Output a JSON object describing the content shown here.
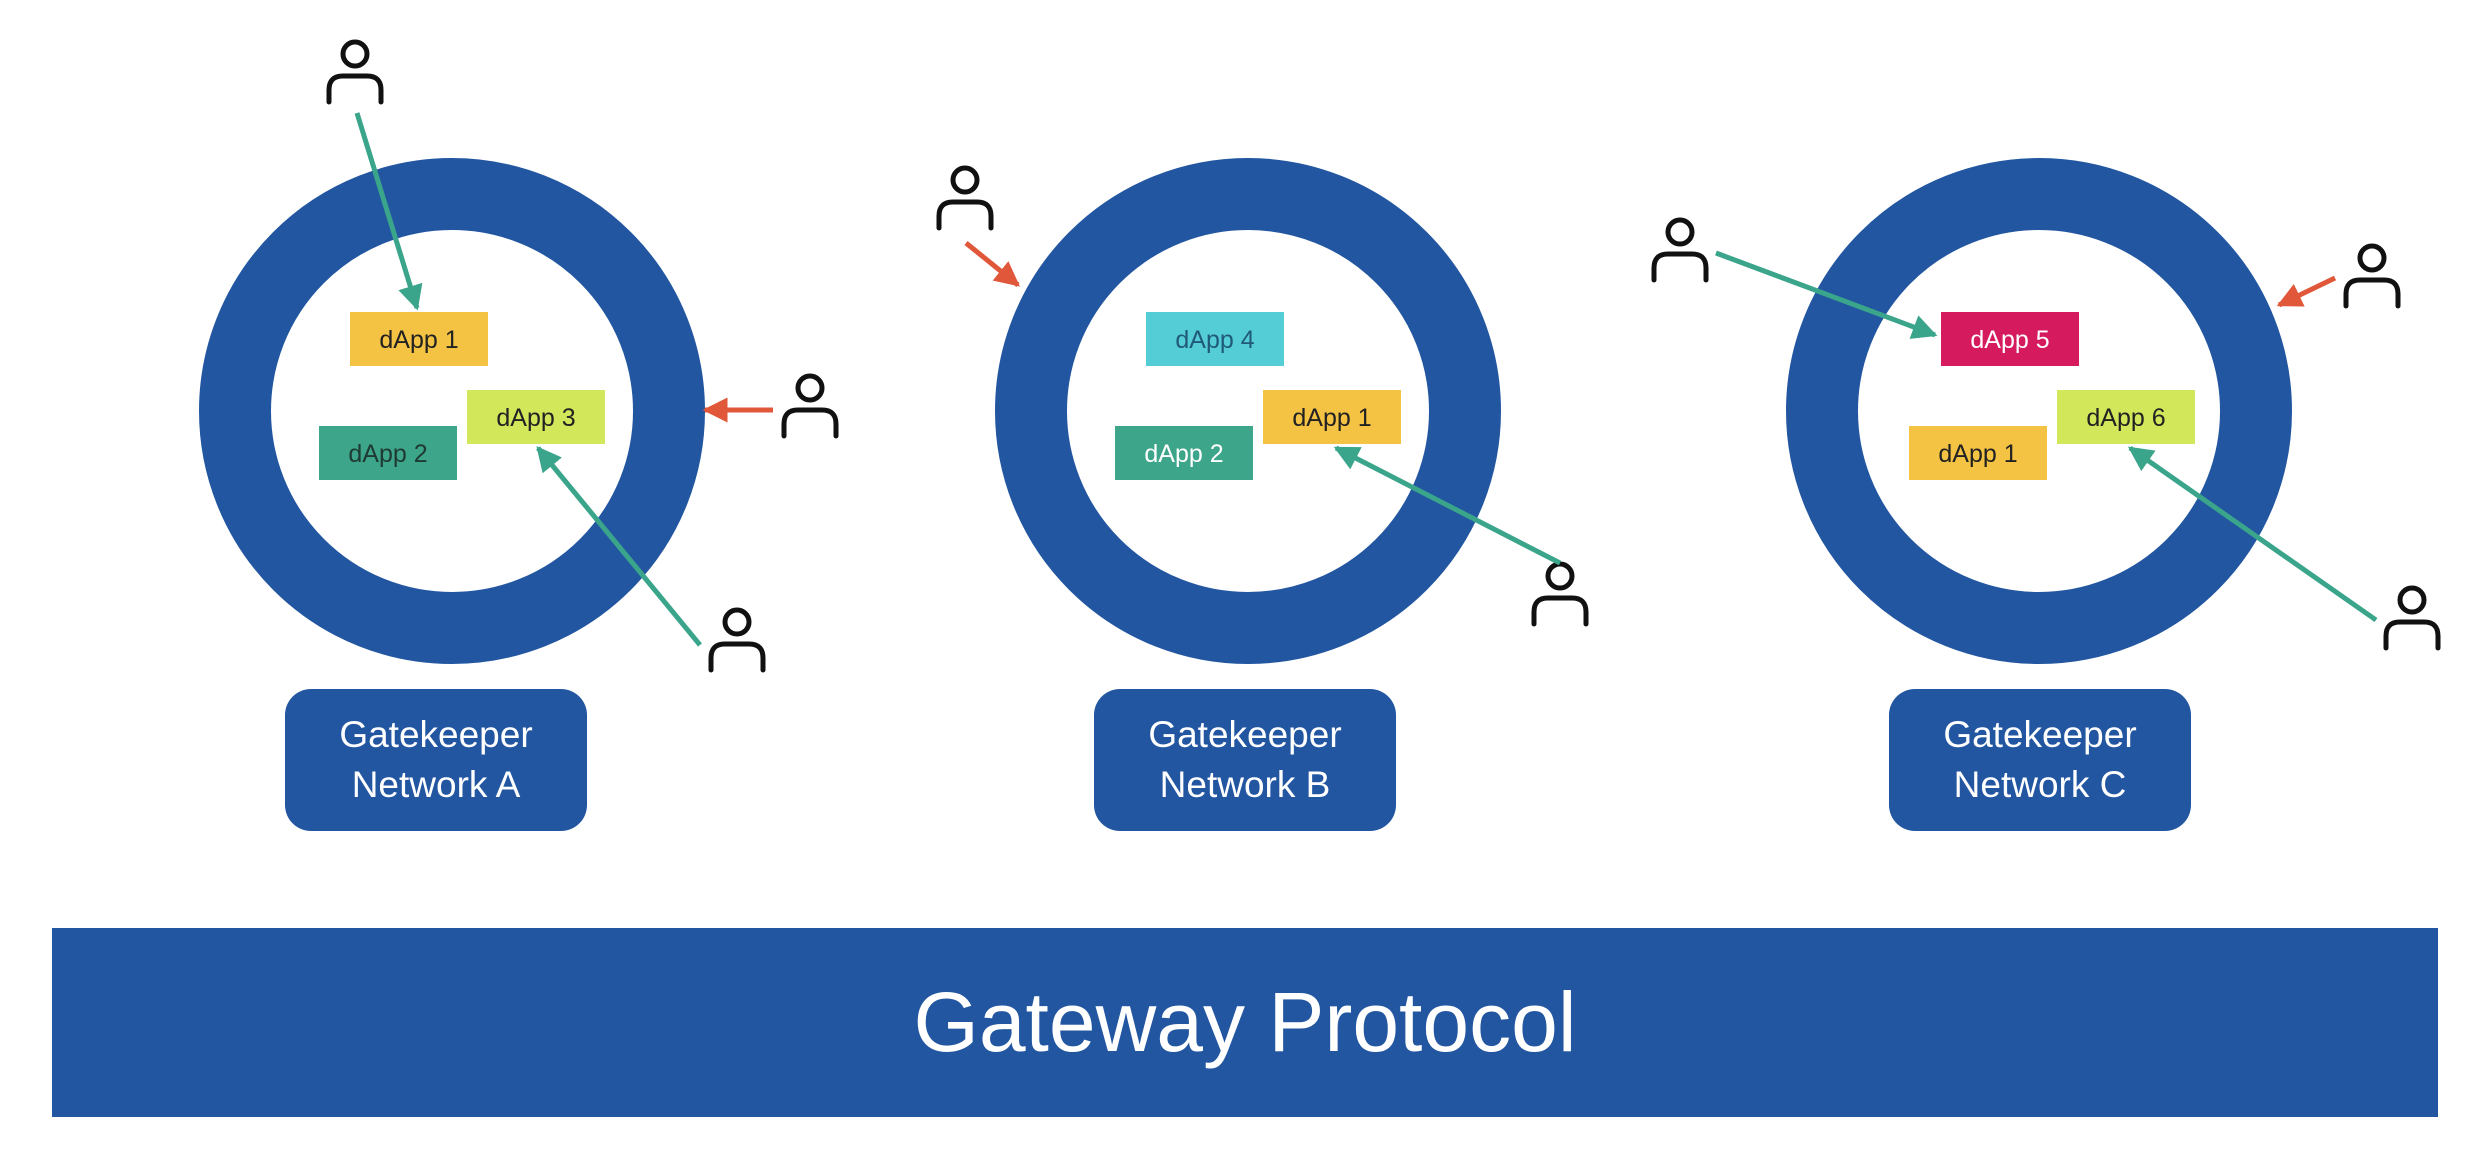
{
  "colors": {
    "ring": "#2256A1",
    "allowed_arrow": "#3AA58A",
    "blocked_arrow": "#E0573A",
    "user_icon": "#111111"
  },
  "networks": [
    {
      "label_line1": "Gatekeeper",
      "label_line2": "Network A",
      "dapps": [
        {
          "label": "dApp 1",
          "color": "#F5C343",
          "text_color": "#222222"
        },
        {
          "label": "dApp 3",
          "color": "#D2E85A",
          "text_color": "#222222"
        },
        {
          "label": "dApp 2",
          "color": "#3DA58A",
          "text_color": "#1E3A32"
        }
      ],
      "users": [
        {
          "icon": "user-icon",
          "access": "allowed",
          "target": "dApp 1"
        },
        {
          "icon": "user-icon",
          "access": "blocked",
          "target": "ring"
        },
        {
          "icon": "user-icon",
          "access": "allowed",
          "target": "dApp 3"
        }
      ]
    },
    {
      "label_line1": "Gatekeeper",
      "label_line2": "Network B",
      "dapps": [
        {
          "label": "dApp 4",
          "color": "#55CDD7",
          "text_color": "#1F5A7A"
        },
        {
          "label": "dApp 1",
          "color": "#F5C343",
          "text_color": "#222222"
        },
        {
          "label": "dApp 2",
          "color": "#3DA58A",
          "text_color": "#FFFFFF"
        }
      ],
      "users": [
        {
          "icon": "user-icon",
          "access": "blocked",
          "target": "ring"
        },
        {
          "icon": "user-icon",
          "access": "allowed",
          "target": "dApp 1"
        }
      ]
    },
    {
      "label_line1": "Gatekeeper",
      "label_line2": "Network C",
      "dapps": [
        {
          "label": "dApp 5",
          "color": "#D51B5E",
          "text_color": "#FFFFFF"
        },
        {
          "label": "dApp 6",
          "color": "#D2E85A",
          "text_color": "#222222"
        },
        {
          "label": "dApp 1",
          "color": "#F5C343",
          "text_color": "#222222"
        }
      ],
      "users": [
        {
          "icon": "user-icon",
          "access": "allowed",
          "target": "dApp 5"
        },
        {
          "icon": "user-icon",
          "access": "blocked",
          "target": "ring"
        },
        {
          "icon": "user-icon",
          "access": "allowed",
          "target": "dApp 6"
        }
      ]
    }
  ],
  "protocol": {
    "title": "Gateway Protocol"
  }
}
